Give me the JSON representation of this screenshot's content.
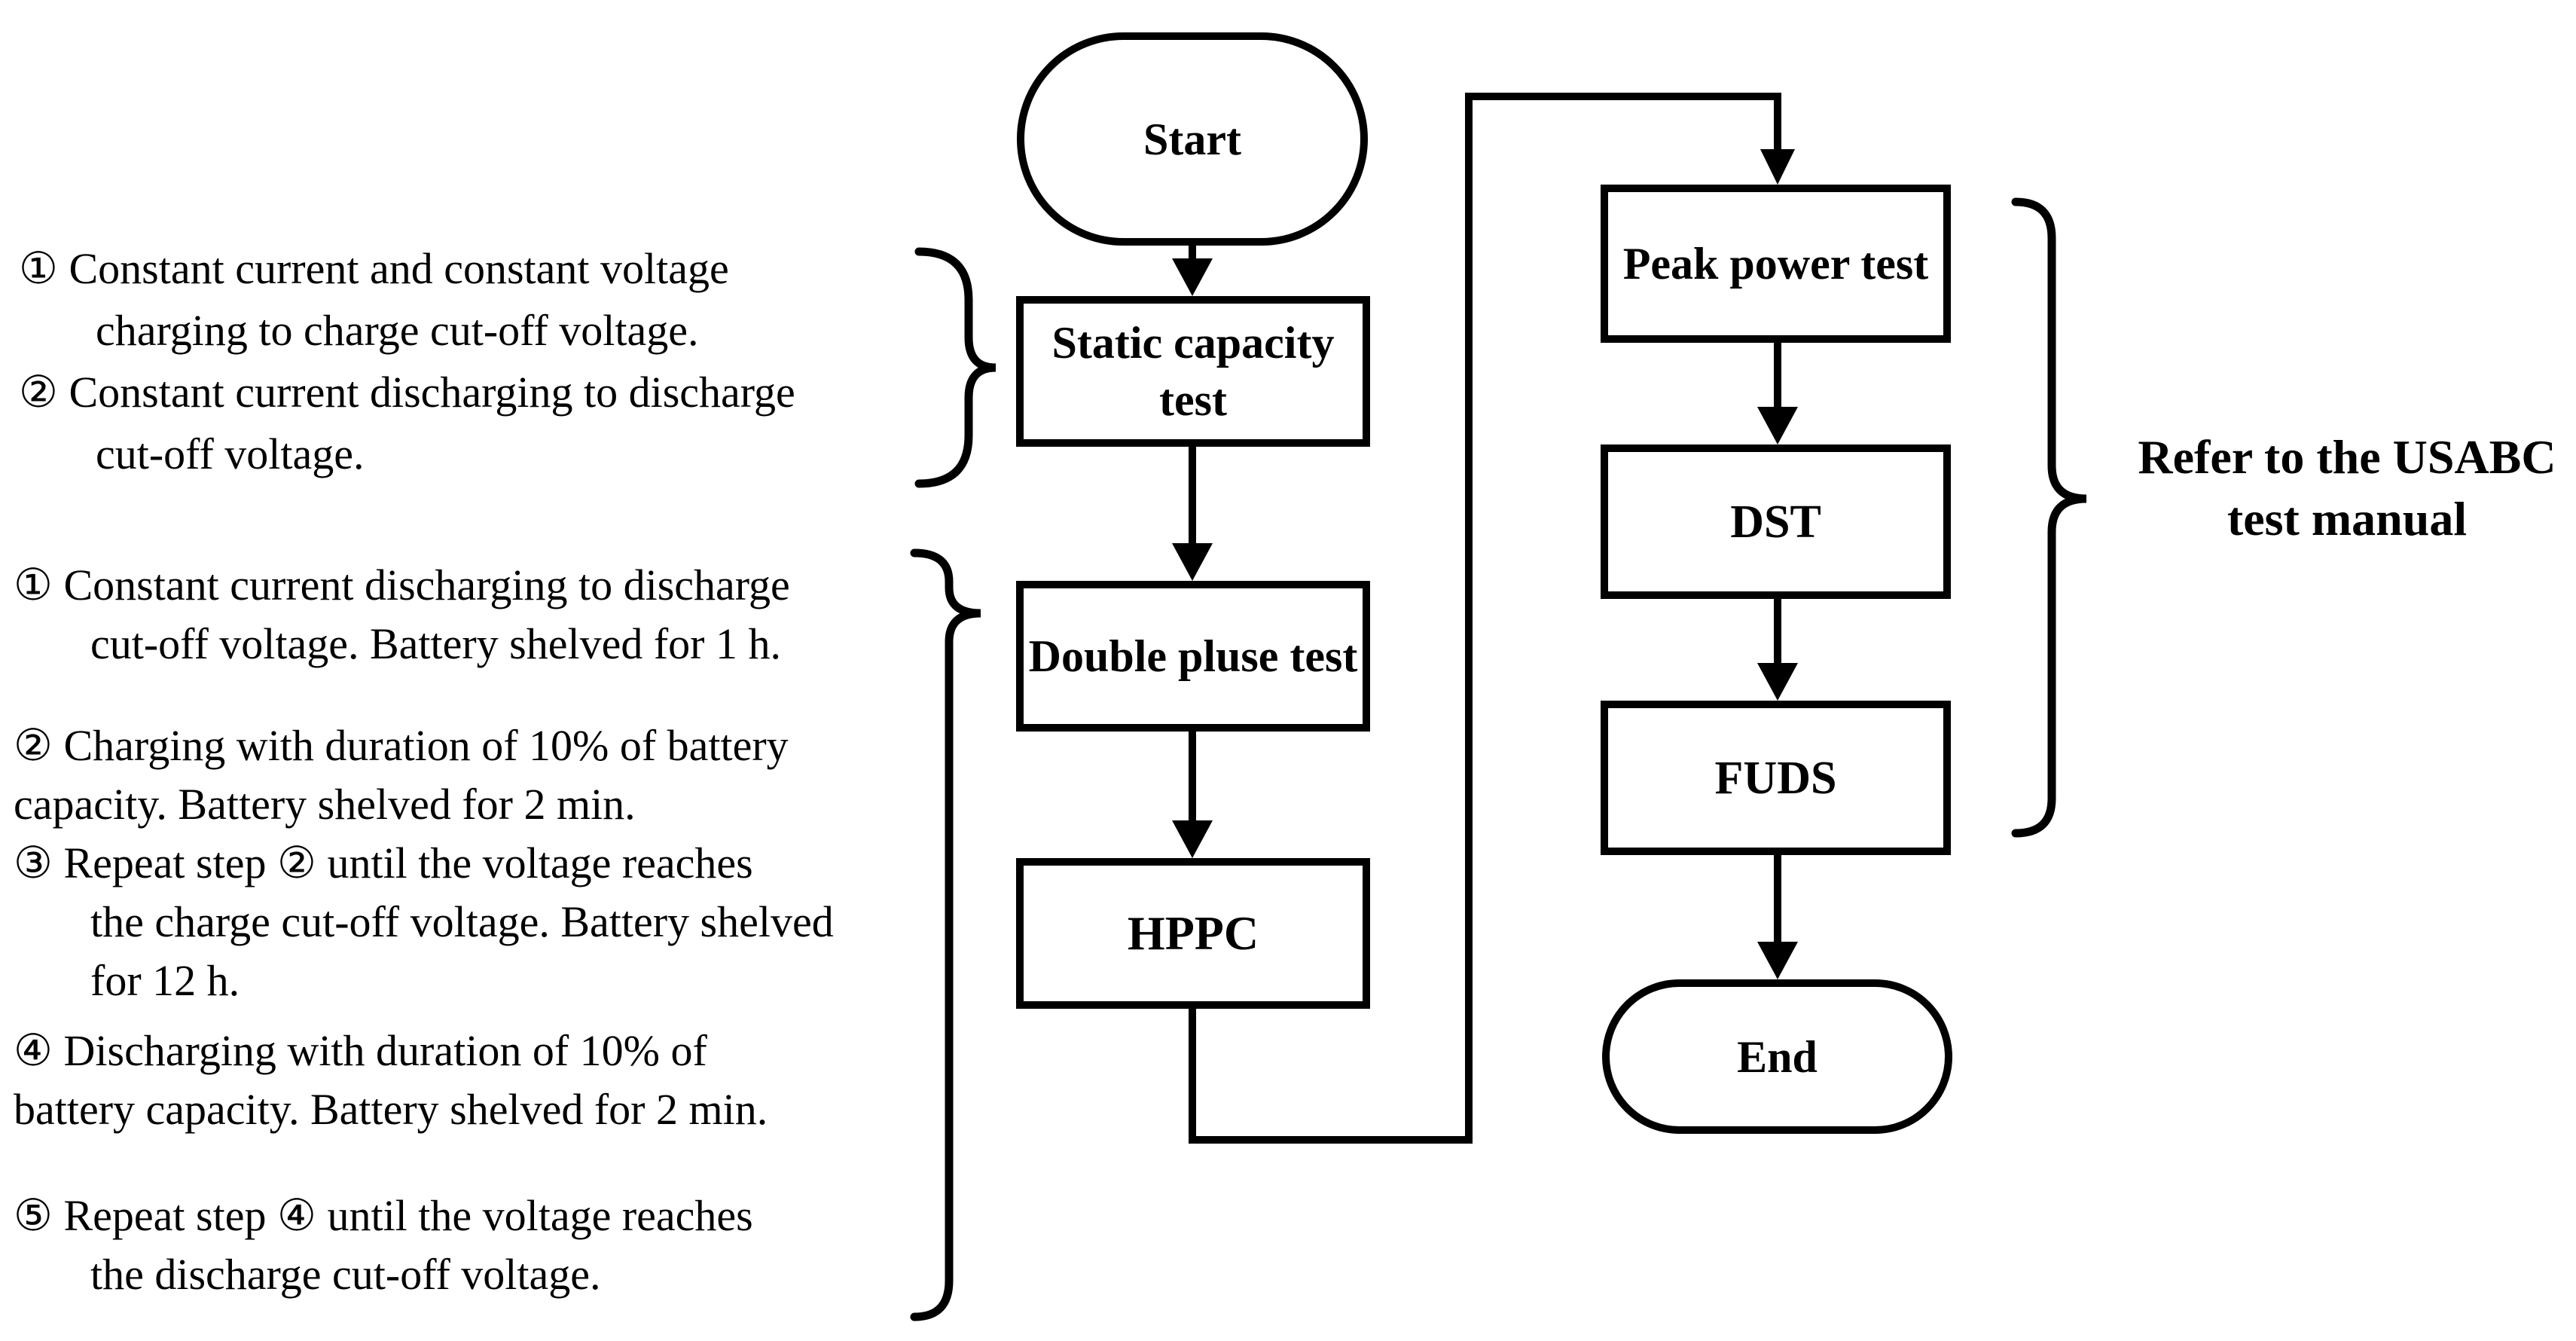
{
  "colors": {
    "ink": "#000000",
    "background": "#ffffff"
  },
  "flowchart": {
    "start": {
      "label": "Start"
    },
    "static_capacity": {
      "label": "Static capacity test"
    },
    "double_pulse": {
      "label": "Double pluse test"
    },
    "hppc": {
      "label": "HPPC"
    },
    "peak_power": {
      "label": "Peak power test"
    },
    "dst": {
      "label": "DST"
    },
    "fuds": {
      "label": "FUDS"
    },
    "end": {
      "label": "End"
    }
  },
  "side_label": {
    "line1": "Refer to the USABC",
    "line2": "test manual"
  },
  "annotations": {
    "static_capacity_notes": {
      "lines": [
        {
          "text": "① Constant current and constant voltage"
        },
        {
          "text": "charging to charge cut-off voltage."
        },
        {
          "text": "② Constant current discharging to discharge"
        },
        {
          "text": "cut-off voltage."
        }
      ]
    },
    "double_pulse_notes": {
      "lines": [
        {
          "text": "① Constant current discharging to discharge"
        },
        {
          "text": "cut-off voltage. Battery shelved for 1 h."
        },
        {
          "text": "② Charging with duration of 10% of battery"
        },
        {
          "text": "capacity. Battery shelved for 2 min."
        },
        {
          "text": "③ Repeat step ② until the voltage reaches"
        },
        {
          "text": "the charge cut-off voltage. Battery shelved"
        },
        {
          "text": "for 12 h."
        },
        {
          "text": "④ Discharging with duration of 10% of"
        },
        {
          "text": "battery capacity. Battery shelved for 2 min."
        },
        {
          "text": "⑤ Repeat step ④ until the voltage reaches"
        },
        {
          "text": "the discharge cut-off voltage."
        }
      ]
    }
  }
}
